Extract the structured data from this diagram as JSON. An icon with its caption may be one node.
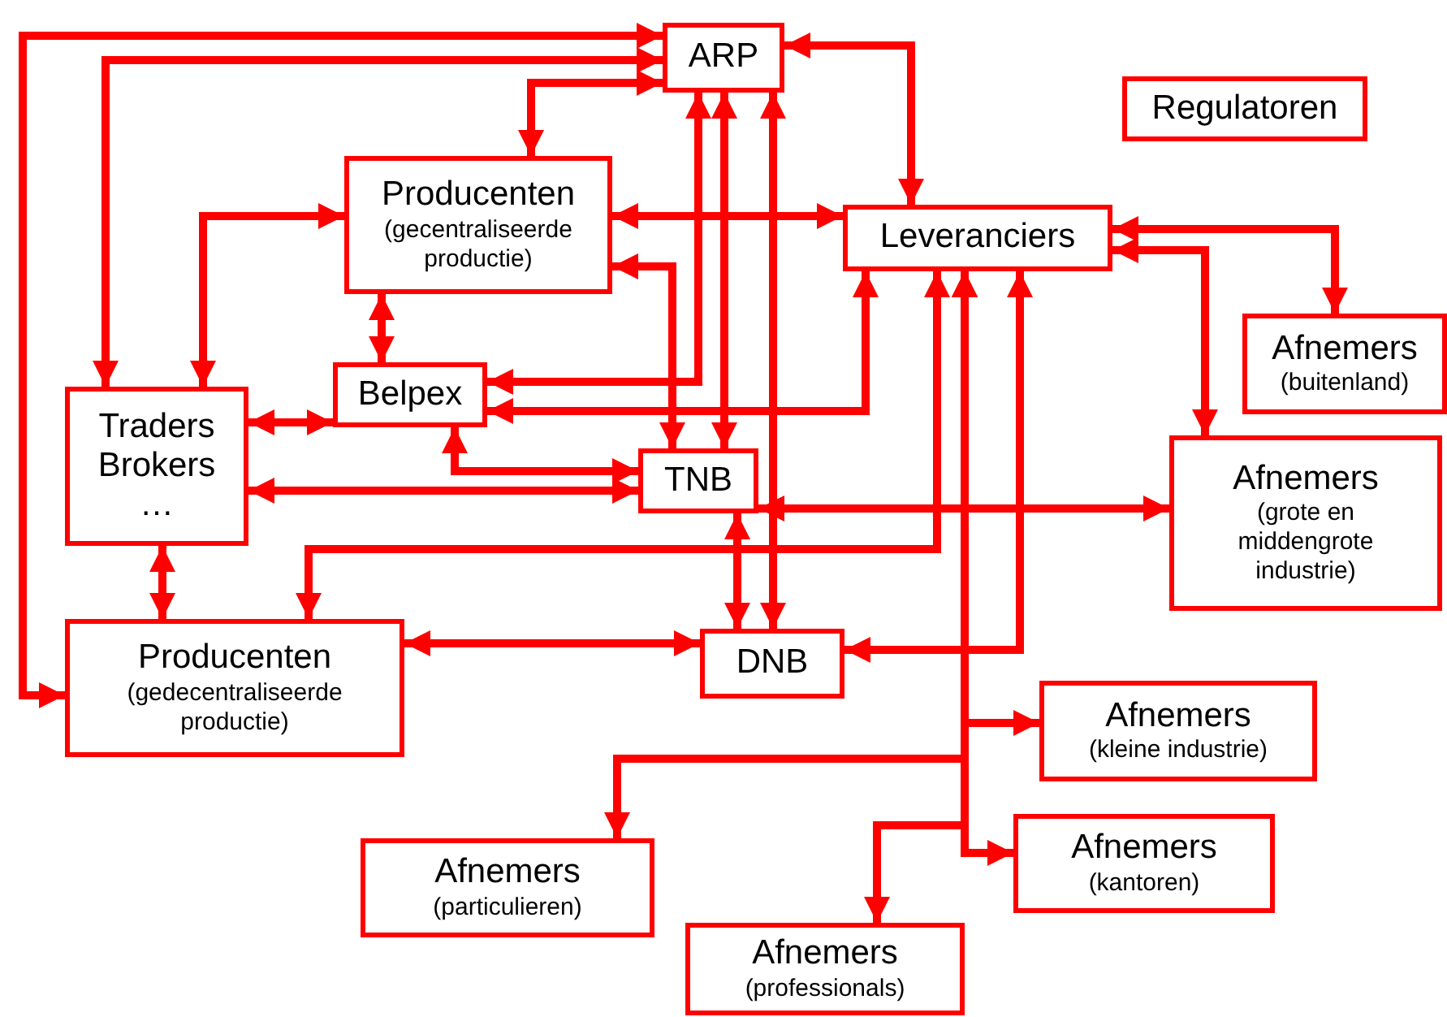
{
  "diagram": {
    "nodes": [
      {
        "text": [
          "ARP"
        ]
      },
      {
        "text": [
          "Regulatoren"
        ]
      },
      {
        "text": [
          "Producenten",
          "(gecentraliseerde productie)"
        ]
      },
      {
        "text": [
          "Leveranciers"
        ]
      },
      {
        "text": [
          "Afnemers",
          "(buitenland)"
        ]
      },
      {
        "text": [
          "Belpex"
        ]
      },
      {
        "text": [
          "Traders Brokers …"
        ]
      },
      {
        "text": [
          "TNB"
        ]
      },
      {
        "text": [
          "Afnemers",
          "(grote en middengrote industrie)"
        ]
      },
      {
        "text": [
          "Producenten",
          "(gedecentraliseerde productie)"
        ]
      },
      {
        "text": [
          "DNB"
        ]
      },
      {
        "text": [
          "Afnemers",
          "(kleine industrie)"
        ]
      },
      {
        "text": [
          "Afnemers",
          "(particulieren)"
        ]
      },
      {
        "text": [
          "Afnemers",
          "(kantoren)"
        ]
      },
      {
        "text": [
          "Afnemers",
          "(professionals)"
        ]
      }
    ],
    "edges": [
      {
        "from": 9,
        "to": 0,
        "arrow": "both"
      },
      {
        "from": 6,
        "to": 0,
        "arrow": "both"
      },
      {
        "from": 2,
        "to": 0,
        "arrow": "both"
      },
      {
        "from": 0,
        "to": 3,
        "arrow": "both"
      },
      {
        "from": 6,
        "to": 2,
        "arrow": "both"
      },
      {
        "from": 2,
        "to": 3,
        "arrow": "both"
      },
      {
        "from": 2,
        "to": 7,
        "arrow": "both"
      },
      {
        "from": 2,
        "to": 5,
        "arrow": "both"
      },
      {
        "from": 5,
        "to": 0,
        "arrow": "both"
      },
      {
        "from": 5,
        "to": 3,
        "arrow": "both"
      },
      {
        "from": 0,
        "to": 7,
        "arrow": "both"
      },
      {
        "from": 0,
        "to": 10,
        "arrow": "both"
      },
      {
        "from": 7,
        "to": 10,
        "arrow": "both"
      },
      {
        "from": 6,
        "to": 5,
        "arrow": "both"
      },
      {
        "from": 5,
        "to": 7,
        "arrow": "both"
      },
      {
        "from": 6,
        "to": 7,
        "arrow": "both"
      },
      {
        "from": 6,
        "to": 9,
        "arrow": "both"
      },
      {
        "from": 7,
        "to": 8,
        "arrow": "both"
      },
      {
        "from": 3,
        "to": 4,
        "arrow": "both"
      },
      {
        "from": 3,
        "to": 8,
        "arrow": "both"
      },
      {
        "from": 3,
        "to": 9,
        "arrow": "both"
      },
      {
        "from": 3,
        "to": 10,
        "arrow": "both"
      },
      {
        "from": 9,
        "to": 10,
        "arrow": "both"
      },
      {
        "from": 3,
        "to": 11,
        "arrow": "both"
      },
      {
        "from": 3,
        "to": 12,
        "arrow": "both"
      },
      {
        "from": 3,
        "to": 13,
        "arrow": "both"
      },
      {
        "from": 3,
        "to": 14,
        "arrow": "both"
      }
    ]
  }
}
